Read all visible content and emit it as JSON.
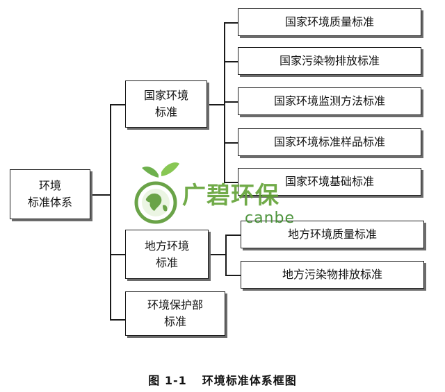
{
  "root": {
    "line1": "环境",
    "line2": "标准体系"
  },
  "national": {
    "line1": "国家环境",
    "line2": "标准"
  },
  "local": {
    "line1": "地方环境",
    "line2": "标准"
  },
  "ministry": {
    "line1": "环境保护部",
    "line2": "标准"
  },
  "national_items": [
    "国家环境质量标准",
    "国家污染物排放标准",
    "国家环境监测方法标准",
    "国家环境标准样品标准",
    "国家环境基础标准"
  ],
  "local_items": [
    "地方环境质量标准",
    "地方污染物排放标准"
  ],
  "caption": {
    "number": "图 1-1",
    "title": "环境标准体系框图"
  },
  "watermark": {
    "name": "广碧环保",
    "sub": "canbe"
  },
  "colors": {
    "watermark_green": "#62a236",
    "line": "#1a1a1a"
  }
}
